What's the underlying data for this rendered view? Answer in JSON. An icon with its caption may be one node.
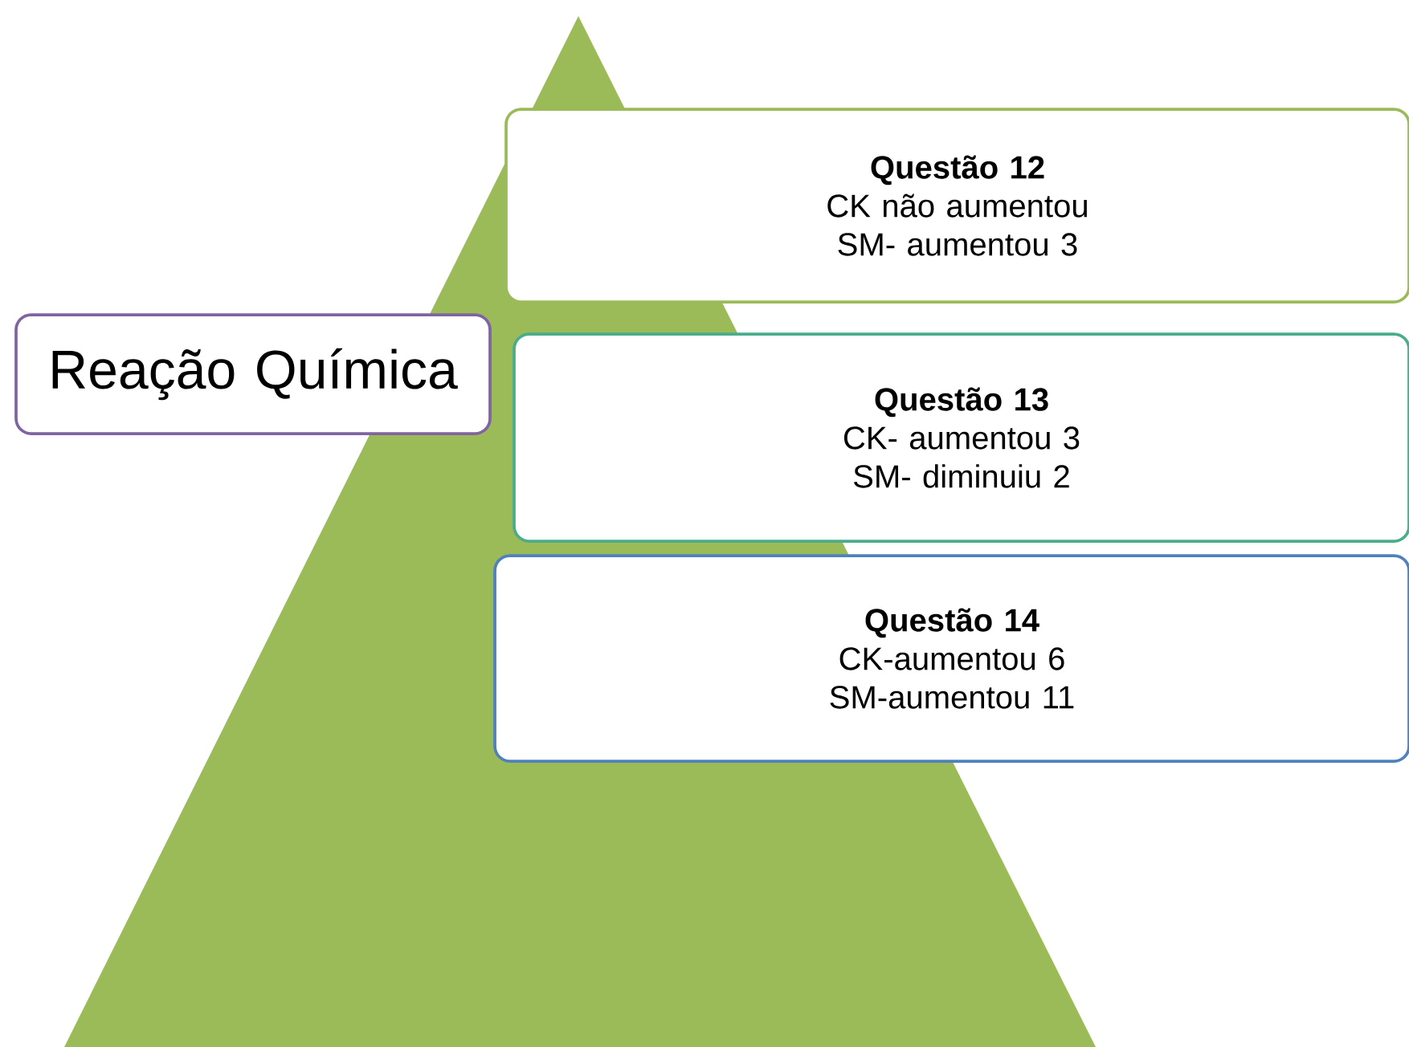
{
  "diagram": {
    "nodes": [
      {
        "text": [
          "Reação Química"
        ]
      },
      {
        "text": [
          "Questão 12",
          "CK não aumentou",
          "SM- aumentou 3"
        ]
      },
      {
        "text": [
          "Questão 13",
          "CK- aumentou 3",
          "SM- diminuiu 2"
        ]
      },
      {
        "text": [
          "Questão 14",
          "CK-aumentou 6",
          "SM-aumentou 11"
        ]
      }
    ]
  }
}
